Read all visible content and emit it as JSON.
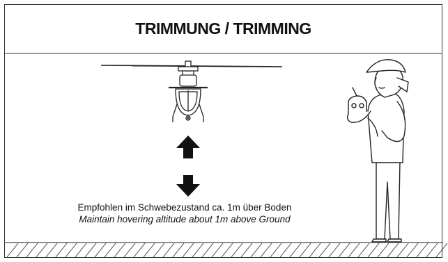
{
  "header": {
    "title": "TRIMMUNG / TRIMMING"
  },
  "caption": {
    "german": "Empfohlen im Schwebezustand ca. 1m über Boden",
    "english": "Maintain hovering altitude about 1m above Ground"
  },
  "icons": {
    "helicopter": "helicopter-icon",
    "arrow_up": "arrow-up-icon",
    "arrow_down": "arrow-down-icon",
    "pilot": "pilot-with-transmitter-illustration",
    "ground": "hatched-ground"
  },
  "colors": {
    "ink": "#111111",
    "frame": "#333333"
  }
}
